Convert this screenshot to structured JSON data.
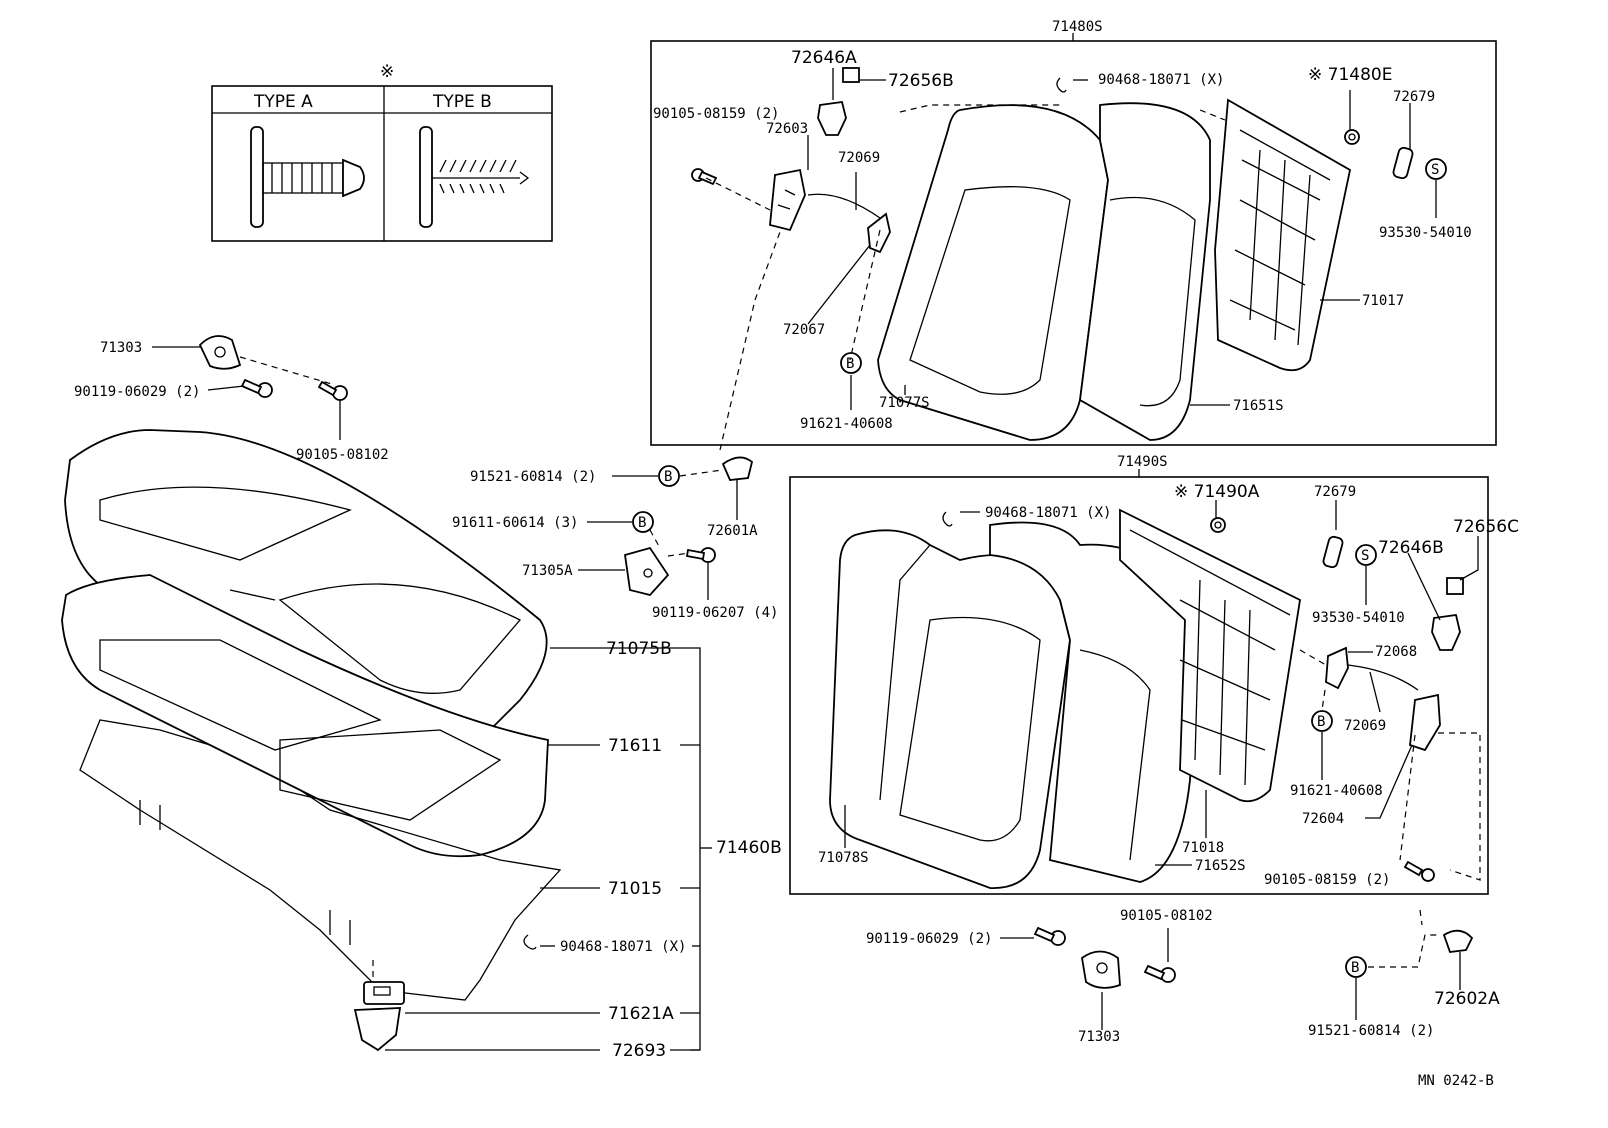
{
  "legend": {
    "mark": "※",
    "type_a": "TYPE  A",
    "type_b": "TYPE  B"
  },
  "groups": {
    "upper_assembly": "71480S",
    "lower_assembly": "71490S",
    "cushion_assembly": "71460B"
  },
  "callouts": {
    "c72646A": "72646A",
    "c72656B": "72656B",
    "c90468_a": "90468-18071 (X)",
    "c71480E": "※ 71480E",
    "c72679_a": "72679",
    "c90105_08159_a": "90105-08159 (2)",
    "c72603": "72603",
    "c72069_a": "72069",
    "c93530_a": "93530-54010",
    "c71017": "71017",
    "c72067": "72067",
    "c71077S": "71077S",
    "c71651S": "71651S",
    "c91621_a": "91621-40608",
    "c71303_a": "71303",
    "c90119_06029_a": "90119-06029 (2)",
    "c90105_08102_a": "90105-08102",
    "c91521_a": "91521-60814 (2)",
    "c72601A": "72601A",
    "c91611": "91611-60614 (3)",
    "c71305A": "71305A",
    "c90119_06207": "90119-06207 (4)",
    "c90468_b": "90468-18071 (X)",
    "c71490A": "※ 71490A",
    "c72679_b": "72679",
    "c72656C": "72656C",
    "c72646B": "72646B",
    "c93530_b": "93530-54010",
    "c72068": "72068",
    "c72069_b": "72069",
    "c91621_b": "91621-40608",
    "c72604": "72604",
    "c71018": "71018",
    "c71078S": "71078S",
    "c71652S": "71652S",
    "c90105_08159_b": "90105-08159 (2)",
    "c71075B": "71075B",
    "c71611": "71611",
    "c71015": "71015",
    "c90468_c": "90468-18071 (X)",
    "c71621A": "71621A",
    "c72693": "72693",
    "c90119_06029_b": "90119-06029 (2)",
    "c90105_08102_b": "90105-08102",
    "c71303_b": "71303",
    "c91521_b": "91521-60814 (2)",
    "c72602A": "72602A"
  },
  "symbols": {
    "b": "B",
    "s": "S"
  },
  "footer": "MN  0242-B"
}
